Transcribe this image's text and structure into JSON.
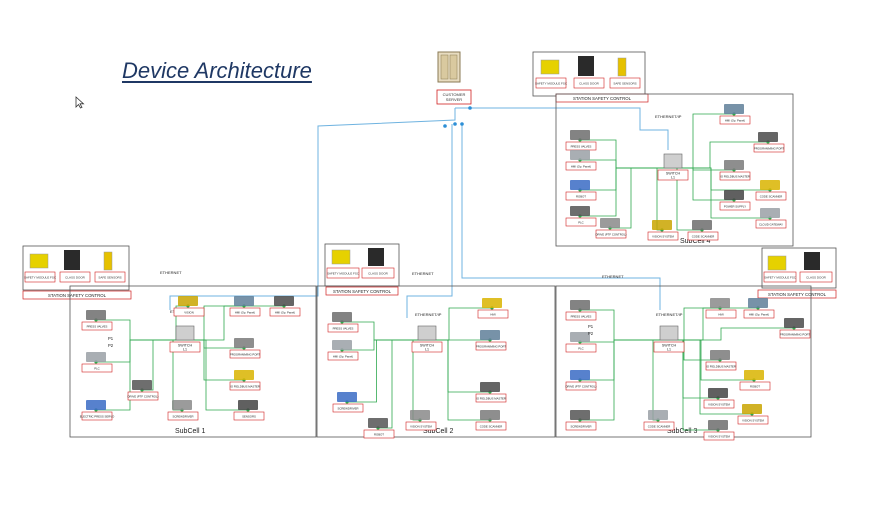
{
  "title": "Device Architecture",
  "server": {
    "label_line1": "CUSTOMER",
    "label_line2": "SERVER"
  },
  "network_labels": {
    "ethernet_main": "ETHERNET",
    "ethernet_sc2": "ETHERNET",
    "ethernet_sc3": "ETHERNET",
    "ethernetip": "ETHERNET/IP"
  },
  "safety_groups": [
    {
      "title": "STATION SAFETY CONTROL",
      "items": [
        "SAFETY MODULE FSC",
        "CLASS DOOR",
        "SAFE SENSORS"
      ]
    },
    {
      "title": "STATION SAFETY CONTROL",
      "items": [
        "SAFETY MODULE FSC",
        "CLASS DOOR",
        "SAFE SENSORS"
      ]
    },
    {
      "title": "STATION SAFETY CONTROL",
      "items": [
        "SAFETY MODULE FSC",
        "CLASS DOOR"
      ]
    },
    {
      "title": "STATION SAFETY CONTROL",
      "items": [
        "SAFETY MODULE FSC",
        "CLASS DOOR"
      ]
    }
  ],
  "subcells": [
    {
      "name": "SubCell 1",
      "switch": [
        "SWITCH",
        "L1"
      ],
      "devices": [
        "PRESS VALVES",
        "PLC",
        "ELECTRIC PRESS SERVO",
        "DRIVE (PTF CONTROL)",
        "SCREWDRIVER",
        "HMI (Op. Panel)",
        "HMI (Op. Panel)",
        "PROGRAMMING PORT",
        "IO FIELDBUS MASTER",
        "SENSORS",
        "VISION"
      ],
      "port_labels": [
        "P1",
        "P2"
      ]
    },
    {
      "name": "SubCell 2",
      "switch": [
        "SWITCH",
        "L1"
      ],
      "devices": [
        "PRESS VALVES",
        "HMI (Op. Panel)",
        "SCREWDRIVER",
        "ROBOT",
        "VISION SYSTEM",
        "PROGRAMMING PORT",
        "IO FIELDBUS MASTER",
        "CODE SCANNER",
        "HMI"
      ],
      "port_labels": []
    },
    {
      "name": "SubCell 3",
      "switch": [
        "SWITCH",
        "L1"
      ],
      "devices": [
        "PRESS VALVES",
        "PLC",
        "DRIVE (PTF CONTROL)",
        "SCREWDRIVER",
        "HMI",
        "HMI (Op. Panel)",
        "PROGRAMMING PORT",
        "IO FIELDBUS MASTER",
        "ROBOT",
        "VISION SYSTEM",
        "VISION SYSTEM",
        "VISION SYSTEM",
        "CODE SCANNER"
      ],
      "port_labels": [
        "P1",
        "P2"
      ]
    },
    {
      "name": "SubCell 4",
      "switch": [
        "SWITCH",
        "L1"
      ],
      "devices": [
        "PRESS VALVES",
        "HMI (Op. Panel)",
        "ROBOT",
        "PLC",
        "DRIVE (PTF CONTROL)",
        "HMI (Op. Panel)",
        "PROGRAMMING PORT",
        "IO FIELDBUS MASTER",
        "CODE SCANNER",
        "POWER SUPPLY",
        "VISION SYSTEM",
        "CODE SCANNER",
        "CLOUD GATEWAY"
      ],
      "port_labels": []
    }
  ],
  "colors": {
    "title": "#1f3864",
    "border": "#555555",
    "network": "#6fb3e0",
    "link": "#2fa84f",
    "label_border": "#d12020"
  }
}
